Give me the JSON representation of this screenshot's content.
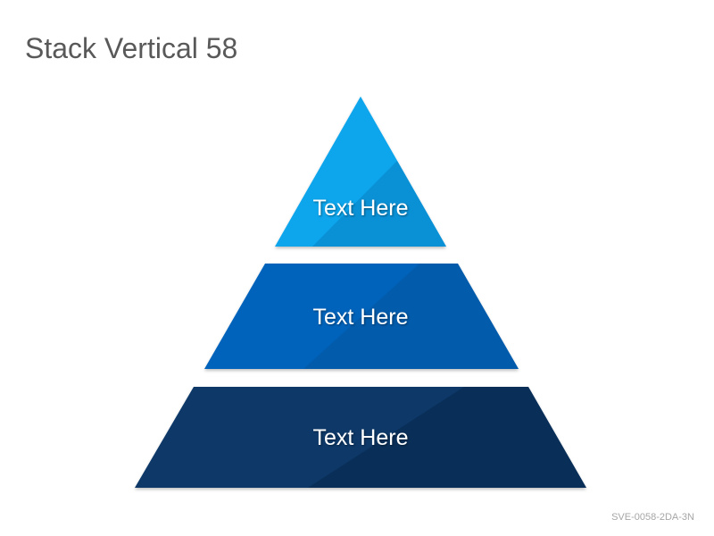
{
  "slide": {
    "title": "Stack Vertical 58",
    "code": "SVE-0058-2DA-3N"
  },
  "pyramid": {
    "levels": [
      {
        "label": "Text Here",
        "color": "#0ea5ec",
        "shade": "#0a80c2"
      },
      {
        "label": "Text Here",
        "color": "#0564bb",
        "shade": "#04549c"
      },
      {
        "label": "Text Here",
        "color": "#0b3868",
        "shade": "#062647"
      }
    ]
  }
}
